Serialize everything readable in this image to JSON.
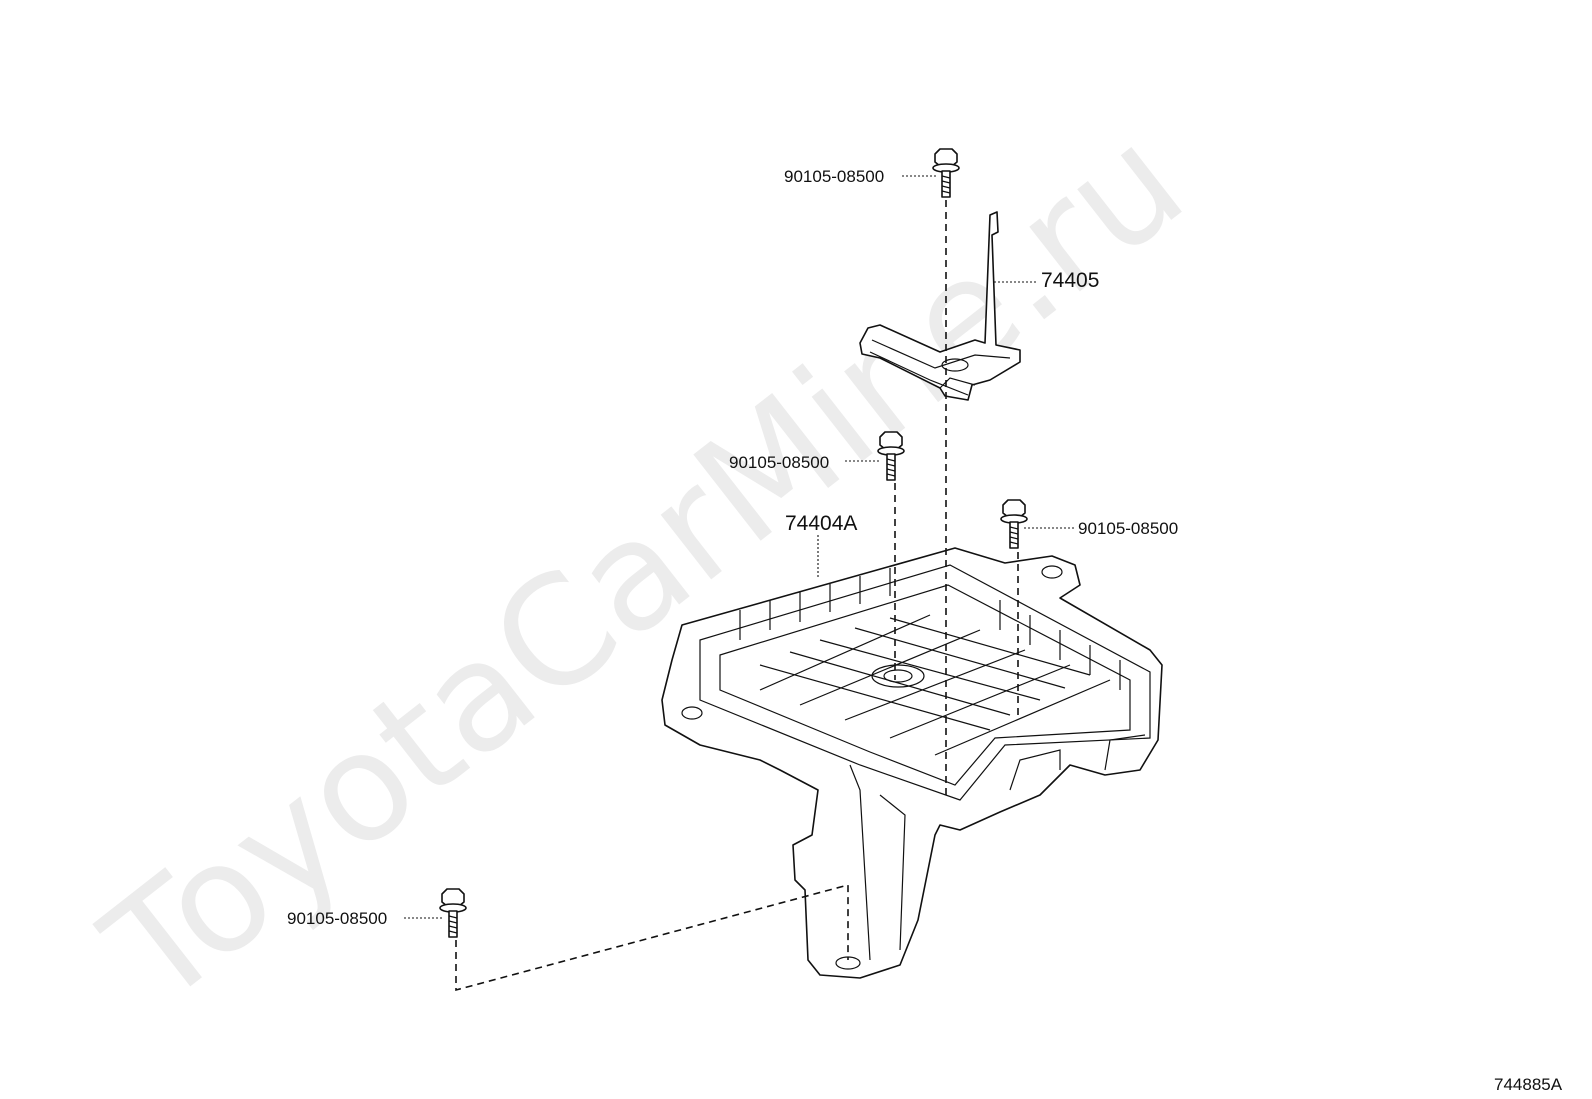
{
  "watermark": "ToyotaCarMine.ru",
  "diagram_code": "744885A",
  "callouts": {
    "bolt_top": "90105-08500",
    "bolt_mid_left": "90105-08500",
    "bolt_mid_right": "90105-08500",
    "bolt_bottom": "90105-08500",
    "clamp": "74405",
    "tray": "74404A"
  },
  "colors": {
    "line": "#111111",
    "watermark": "#ececec",
    "background": "#ffffff"
  }
}
